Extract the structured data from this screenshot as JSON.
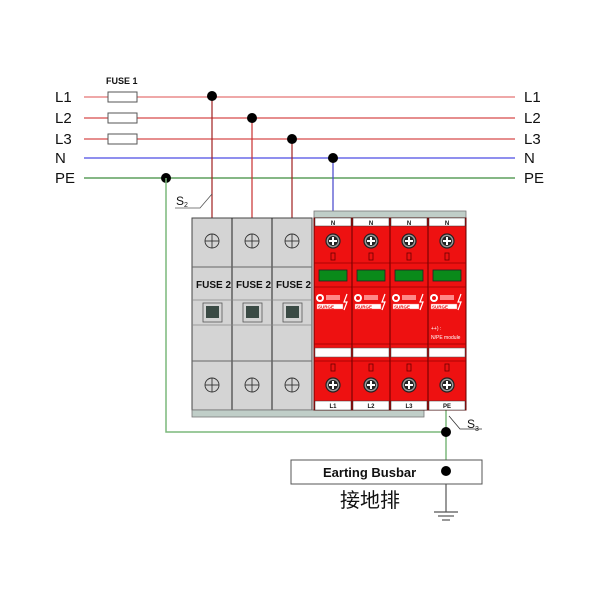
{
  "diagram": {
    "lines": [
      {
        "id": "L1",
        "label_left": "L1",
        "label_right": "L1",
        "color": "#e57373"
      },
      {
        "id": "L2",
        "label_left": "L2",
        "label_right": "L2",
        "color": "#d84a4a"
      },
      {
        "id": "L3",
        "label_left": "L3",
        "label_right": "L3",
        "color": "#d84a4a"
      },
      {
        "id": "N",
        "label_left": "N",
        "label_right": "N",
        "color": "#8888ee"
      },
      {
        "id": "PE",
        "label_left": "PE",
        "label_right": "PE",
        "color": "#3c8c3c"
      }
    ],
    "fuse1_label": "FUSE 1",
    "fuse2_modules": [
      {
        "label": "FUSE 2"
      },
      {
        "label": "FUSE 2"
      },
      {
        "label": "FUSE 2"
      }
    ],
    "spd_modules": [
      {
        "top_label": "N",
        "bottom_label": "L1",
        "note": ""
      },
      {
        "top_label": "N",
        "bottom_label": "L2",
        "note": ""
      },
      {
        "top_label": "N",
        "bottom_label": "L3",
        "note": ""
      },
      {
        "top_label": "N",
        "bottom_label": "PE",
        "note_line1": "++) :",
        "note_line2": "N/PE module"
      }
    ],
    "spd_brand": "SURGE",
    "s2_label": "S",
    "s2_sub": "2",
    "s3_label": "S",
    "s3_sub": "3",
    "busbar_label": "Earting Busbar",
    "busbar_cn": "接地排",
    "colors": {
      "spd_red": "#ee1111",
      "fuse_gray": "#d4d4d4",
      "rail": "#b8c8c0",
      "indicator_green": "#0a8a1a",
      "pe_green": "#7cb87c"
    }
  }
}
